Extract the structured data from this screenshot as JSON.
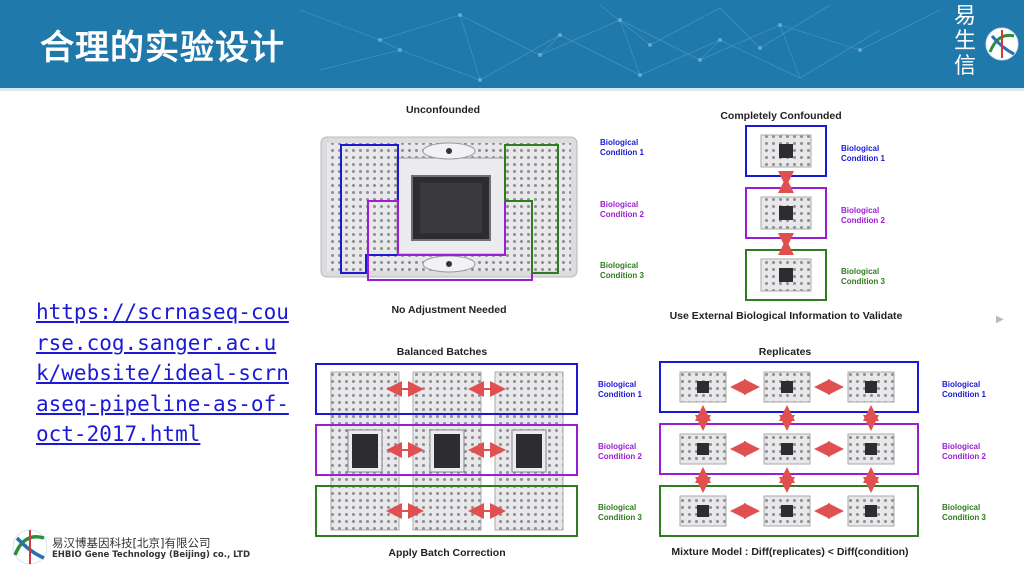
{
  "slide": {
    "title": "合理的实验设计",
    "link_text": "https://scrnaseq-course.cog.sanger.ac.uk/website/ideal-scrnaseq-pipeline-as-of-oct-2017.html"
  },
  "header_logo": {
    "chars": [
      "易",
      "生",
      "信"
    ]
  },
  "footer": {
    "company_cn": "易汉博基因科技[北京]有限公司",
    "company_en": "EHBIO Gene Technology (Beijing) co., LTD"
  },
  "colors": {
    "header_bg": "#1f79ab",
    "blue": "#1a1ad6",
    "purple": "#9b1ed6",
    "green": "#2e7d1e",
    "arrow": "#e05050"
  },
  "panels": {
    "unconfounded": {
      "title": "Unconfounded",
      "caption": "No Adjustment Needed"
    },
    "completely_confounded": {
      "title": "Completely Confounded",
      "caption": "Use External Biological Information to Validate"
    },
    "balanced_batches": {
      "title": "Balanced Batches",
      "caption": "Apply Batch Correction"
    },
    "replicates": {
      "title": "Replicates",
      "caption": "Mixture Model : Diff(replicates) < Diff(condition)"
    }
  },
  "conditions": [
    {
      "line1": "Biological",
      "line2": "Condition 1"
    },
    {
      "line1": "Biological",
      "line2": "Condition 2"
    },
    {
      "line1": "Biological",
      "line2": "Condition 3"
    }
  ]
}
